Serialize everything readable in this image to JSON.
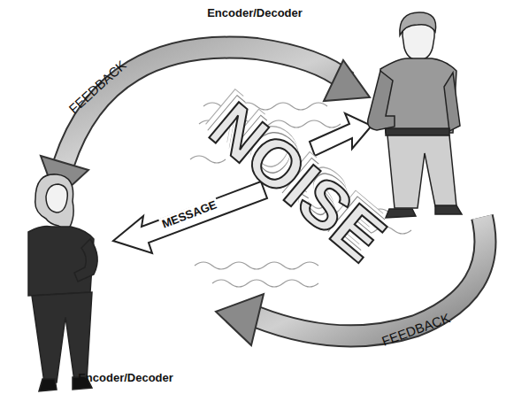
{
  "diagram": {
    "labels": [
      "Encoder/Decoder",
      "FEEDBACK",
      "NOISE",
      "MESSAGE",
      "FEEDBACK",
      "Encoder/Decoder"
    ]
  }
}
